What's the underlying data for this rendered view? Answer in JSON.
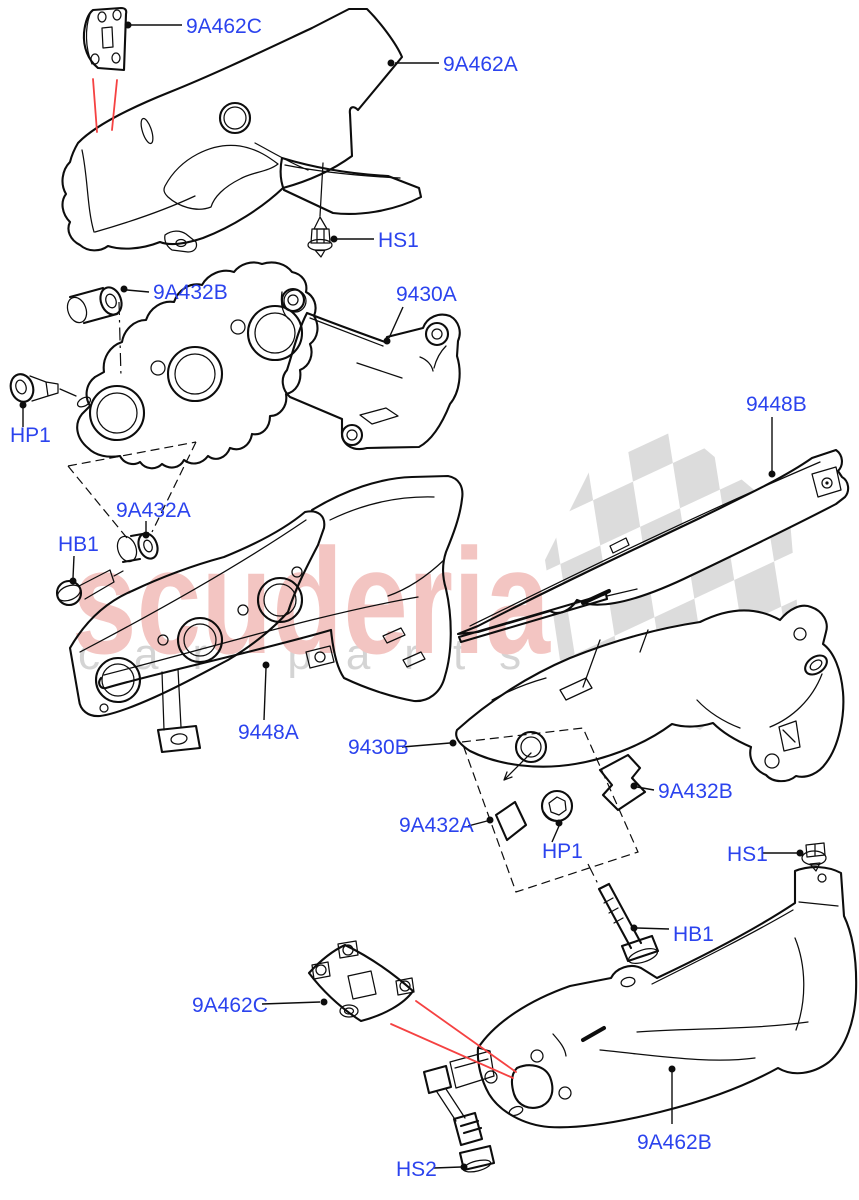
{
  "diagram": {
    "watermark": {
      "brand": "scuderia",
      "tagline": "car parts"
    },
    "colors": {
      "label_blue": "#2b43ee",
      "line_black": "#0d0d0d",
      "red_leader": "#f54242",
      "watermark_brand": "#f3c5c2",
      "watermark_tagline": "#d4d4d4",
      "checker_gray": "#dcdcdc"
    },
    "labels": {
      "plate_9a462c_top": "9A462C",
      "shield_9a462a": "9A462A",
      "hs1_top": "HS1",
      "spacer_9a432b_top": "9A432B",
      "manifold_9430a": "9430A",
      "hp1_top": "HP1",
      "spacer_9a432a_top": "9A432A",
      "hb1_top": "HB1",
      "gasket_9448a": "9448A",
      "gasket_9448b": "9448B",
      "manifold_9430b": "9430B",
      "spacer_9a432b_bot": "9A432B",
      "spacer_9a432a_bot": "9A432A",
      "hp1_bot": "HP1",
      "hs1_bot": "HS1",
      "hb1_bot": "HB1",
      "plate_9a462c_bot": "9A462C",
      "shield_9a462b": "9A462B",
      "hs2": "HS2"
    }
  }
}
